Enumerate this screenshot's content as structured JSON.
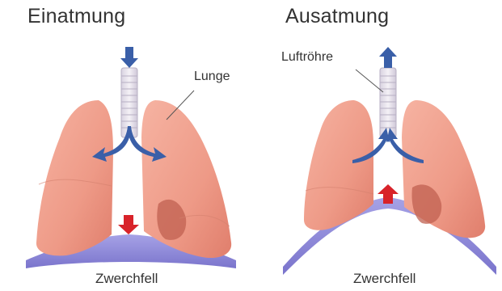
{
  "panels": {
    "left": {
      "title": "Einatmung",
      "lung_label": "Lunge",
      "diaphragm_label": "Zwerchfell"
    },
    "right": {
      "title": "Ausatmung",
      "trachea_label": "Luftröhre",
      "diaphragm_label": "Zwerchfell"
    }
  },
  "colors": {
    "lung_fill": "#f0a08e",
    "lung_shade": "#c86a5a",
    "diaphragm": "#8a86d8",
    "trachea": "#e8e4ee",
    "air_arrow": "#3a5fa8",
    "diaphragm_arrow": "#d8232a"
  }
}
